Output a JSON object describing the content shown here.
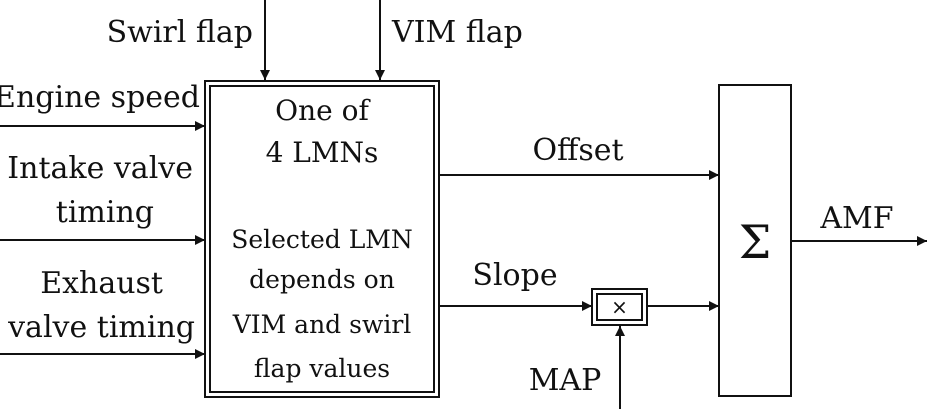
{
  "inputs": {
    "swirl_flap": "Swirl flap",
    "vim_flap": "VIM flap",
    "engine_speed": "Engine speed",
    "intake_line1": "Intake valve",
    "intake_line2": "timing",
    "exhaust_line1": "Exhaust",
    "exhaust_line2": "valve timing",
    "map": "MAP"
  },
  "lmn_block": {
    "title_line1": "One of",
    "title_line2": "4 LMNs",
    "note_line1": "Selected LMN",
    "note_line2": "depends on",
    "note_line3": "VIM and swirl",
    "note_line4": "flap values"
  },
  "signals": {
    "offset": "Offset",
    "slope": "Slope"
  },
  "multiplier": {
    "symbol": "×"
  },
  "sum_block": {
    "symbol": "Σ"
  },
  "output": {
    "label": "AMF"
  }
}
